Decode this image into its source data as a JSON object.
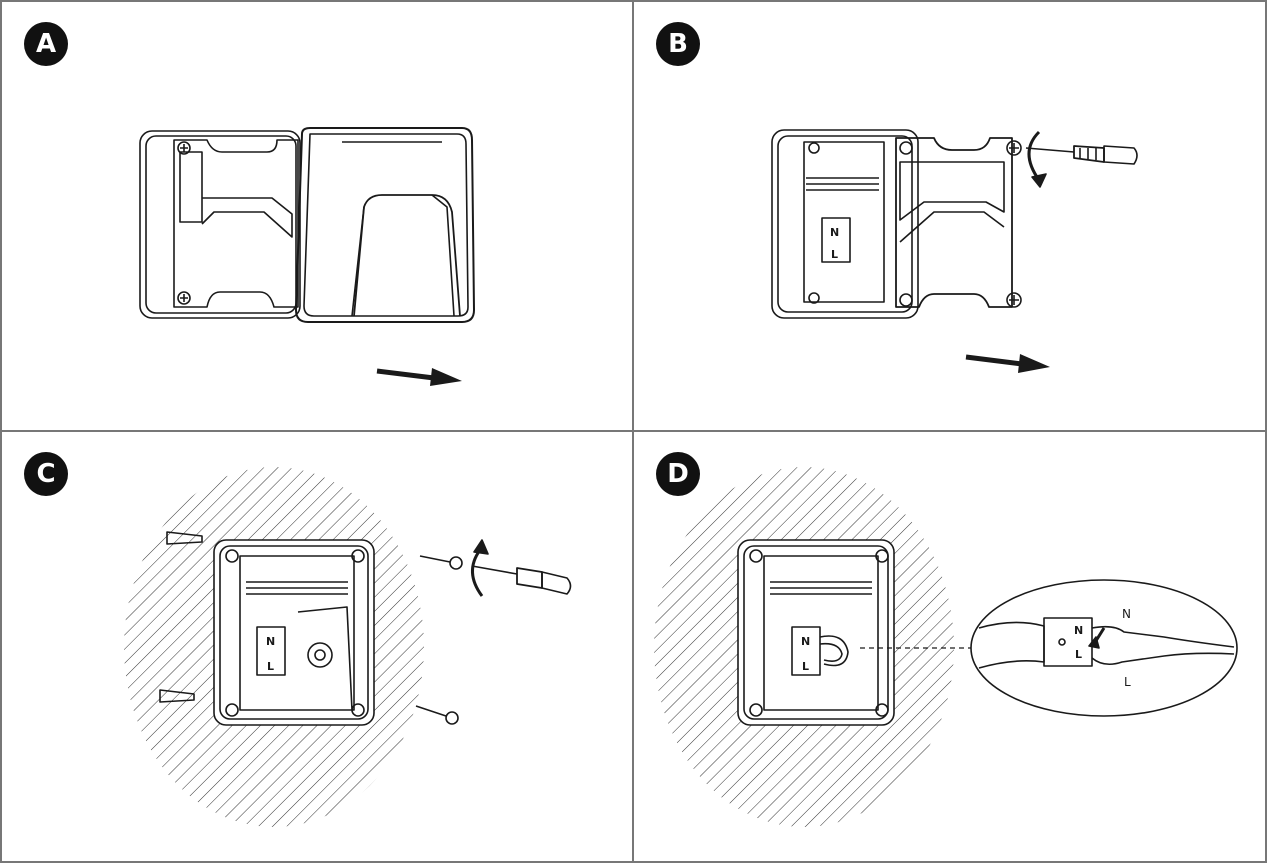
{
  "steps": [
    {
      "label": "A"
    },
    {
      "label": "B"
    },
    {
      "label": "C"
    },
    {
      "label": "D"
    }
  ],
  "terminal": {
    "n": "N",
    "l": "L"
  },
  "wire_labels": {
    "neutral": "N",
    "live": "L"
  },
  "colors": {
    "line": "#1a1a1a",
    "border": "#777777",
    "badge": "#111111",
    "hatch": "#333333"
  }
}
